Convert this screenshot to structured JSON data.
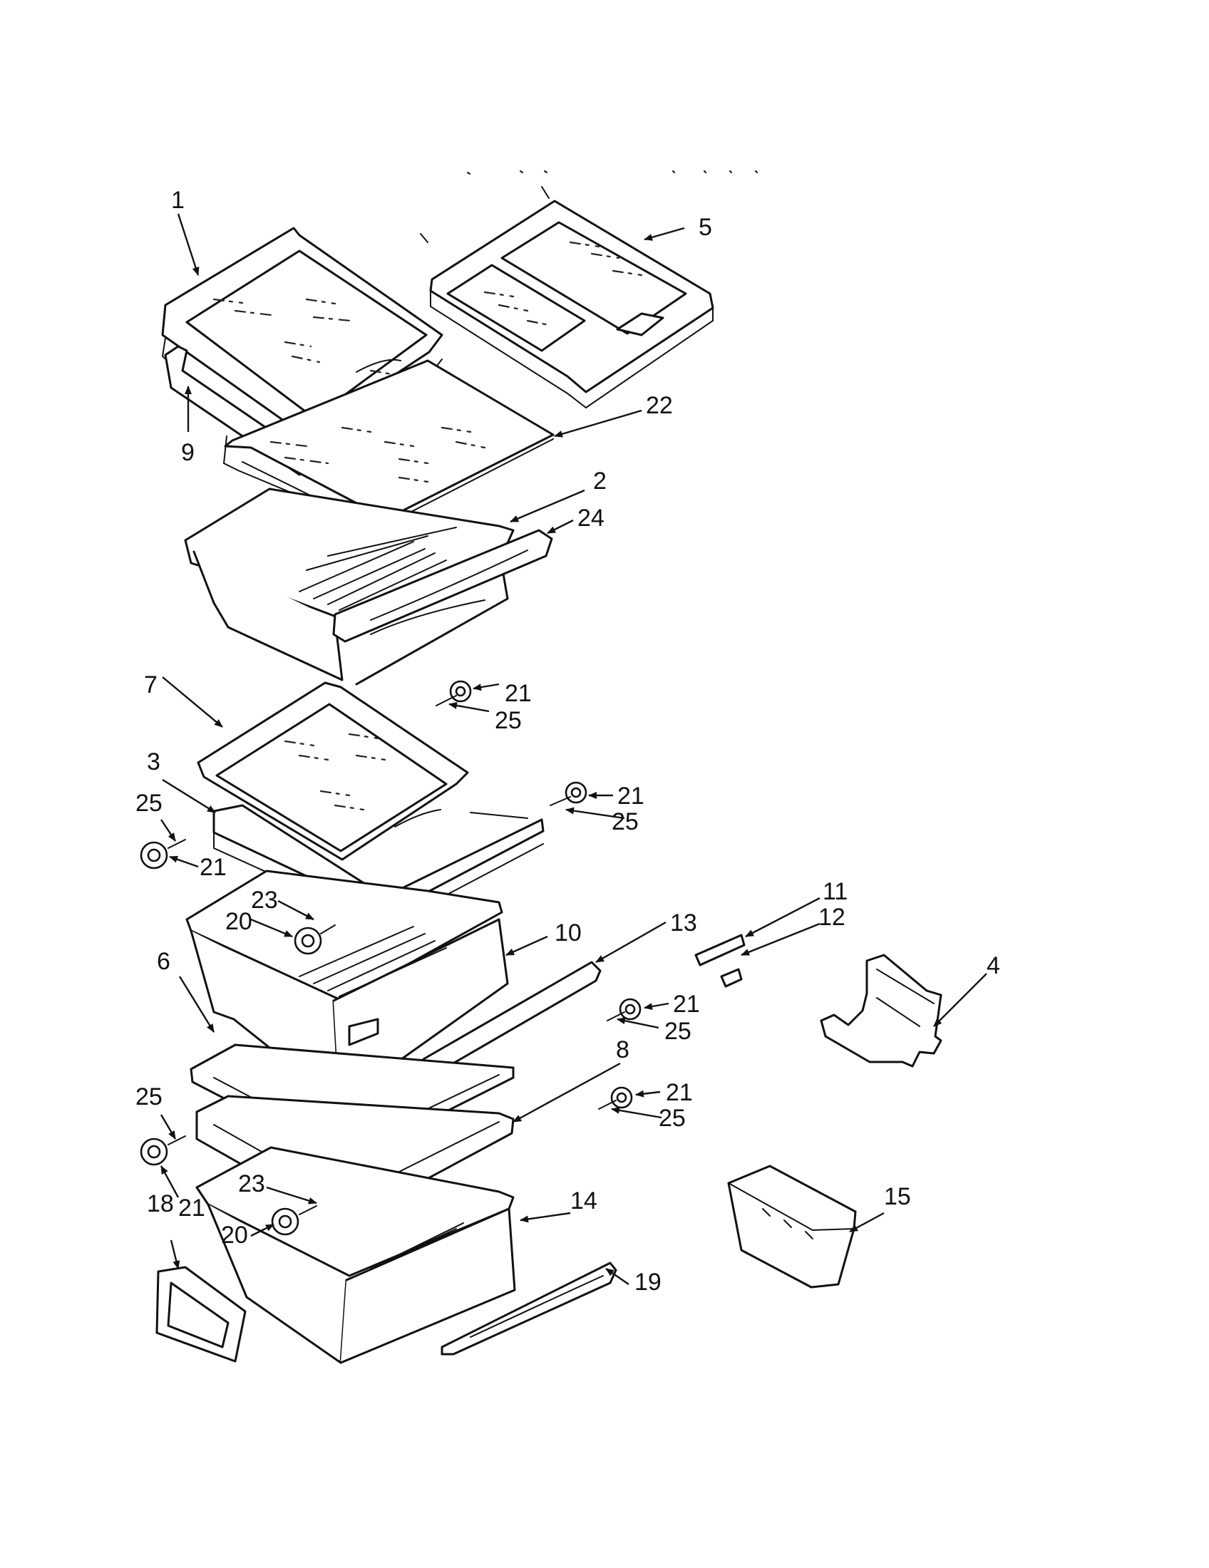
{
  "labels": {
    "l1": "1",
    "l5": "5",
    "l9": "9",
    "l22": "22",
    "l2": "2",
    "l24": "24",
    "l7": "7",
    "l21a": "21",
    "l25a": "25",
    "l3": "3",
    "l21b": "21",
    "l25b": "25",
    "l25c": "25",
    "l21c": "21",
    "l23a": "23",
    "l20a": "20",
    "l10": "10",
    "l13": "13",
    "l11": "11",
    "l12": "12",
    "l4": "4",
    "l6": "6",
    "l21d": "21",
    "l25d": "25",
    "l8": "8",
    "l21e": "21",
    "l25e": "25",
    "l25f": "25",
    "l21f": "21",
    "l23b": "23",
    "l20b": "20",
    "l14": "14",
    "l18": "18",
    "l15": "15",
    "l19": "19"
  }
}
